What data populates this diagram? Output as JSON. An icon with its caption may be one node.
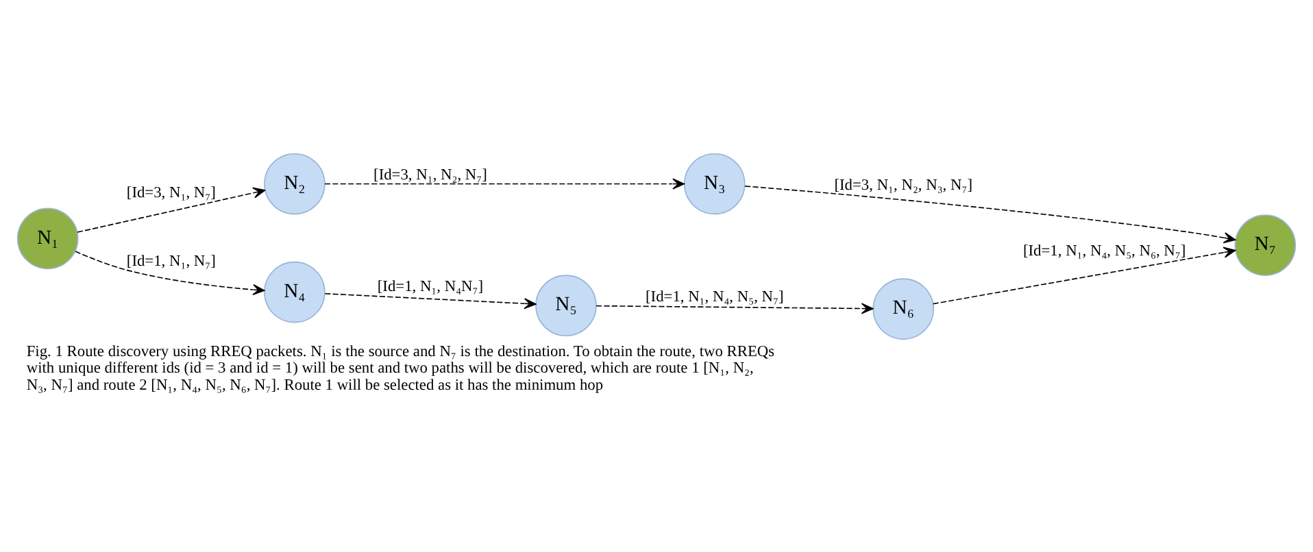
{
  "diagram": {
    "caption": "Fig. 1 Route discovery using RREQ packets. N₁ is the source and N₇ is the destination. To obtain the route, two RREQs with unique different ids (id = 3 and id = 1) will be sent and two paths will be discovered, which are route 1 [N₁, N₂, N₃, N₇] and route 2 [N₁, N₄, N₅, N₆, N₇]. Route 1 will be selected as it has the minimum hop",
    "nodes": [
      {
        "text": [
          "N₁"
        ]
      },
      {
        "text": [
          "N₂"
        ]
      },
      {
        "text": [
          "N₃"
        ]
      },
      {
        "text": [
          "N₇"
        ]
      },
      {
        "text": [
          "N₄"
        ]
      },
      {
        "text": [
          "N₅"
        ]
      },
      {
        "text": [
          "N₆"
        ]
      }
    ],
    "edges": [
      {
        "from": 0,
        "to": 1,
        "arrow": "to",
        "style": "dashed",
        "label": "[Id=3, N₁, N₇]"
      },
      {
        "from": 1,
        "to": 2,
        "arrow": "to",
        "style": "dashed",
        "label": "[Id=3, N₁, N₂, N₇]"
      },
      {
        "from": 2,
        "to": 3,
        "arrow": "to",
        "style": "dashed",
        "label": "[Id=3, N₁, N₂, N₃, N₇]"
      },
      {
        "from": 0,
        "to": 4,
        "arrow": "to",
        "style": "dashed",
        "label": "[Id=1, N₁, N₇]"
      },
      {
        "from": 4,
        "to": 5,
        "arrow": "to",
        "style": "dashed",
        "label": "[Id=1, N₁, N₄N₇]"
      },
      {
        "from": 5,
        "to": 6,
        "arrow": "to",
        "style": "dashed",
        "label": "[Id=1, N₁, N₄, N₅, N₇]"
      },
      {
        "from": 6,
        "to": 3,
        "arrow": "to",
        "style": "dashed",
        "label": "[Id=1, N₁, N₄, N₅, N₆, N₇]"
      }
    ]
  }
}
